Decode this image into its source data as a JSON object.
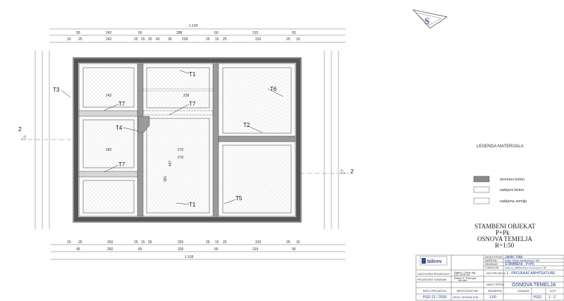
{
  "overall_dimension": "1.169",
  "top_dims_outer": [
    "95",
    "242",
    "60",
    "288",
    "60",
    "315",
    "95"
  ],
  "top_dims_inner": [
    "15",
    "25",
    "242",
    "25",
    "15",
    "25",
    "60",
    "30",
    "228",
    "25",
    "15",
    "25",
    "315",
    "25",
    "15"
  ],
  "bottom_dims_inner": [
    "15",
    "25",
    "250",
    "25",
    "15",
    "25",
    "325",
    "25",
    "15",
    "25",
    "315",
    "25",
    "15"
  ],
  "bottom_dims_outer": [
    "95",
    "250",
    "65",
    "325",
    "65",
    "315",
    "95"
  ],
  "interior_dims": {
    "top_row_242": "242",
    "top_row_228": "228",
    "mid_row_242": "242",
    "mid_row_276a": "276",
    "mid_row_276b": "276",
    "vert_447": "447",
    "vert_381": "381"
  },
  "footing_labels": [
    "T1",
    "T1",
    "T2",
    "T3",
    "T4",
    "T5",
    "T6",
    "T7",
    "T7",
    "T7"
  ],
  "section_marks": [
    "2",
    "2"
  ],
  "legend": {
    "title": "LEGENDA MATERIJALA",
    "items": [
      {
        "label": "armirani beton",
        "color": "#8a8a8a"
      },
      {
        "label": "nabijeni beton",
        "color": "#dcdcdc"
      },
      {
        "label": "nabijena zemlja",
        "color": "#ffffff"
      }
    ]
  },
  "drawing_title": {
    "line1": "STAMBENI OBJEKAT",
    "line2": "P+Pk",
    "line3": "OSNOVA TEMELJA",
    "line4": "R=1:50"
  },
  "title_block": {
    "logo_text": "bilirev",
    "investitor_label": "INVESTITOR:",
    "investitor_value": "Jakšić Vida",
    "adresa_label": "ADRESA:",
    "adresa_value": "Sofija, Srbija Vranisovića br. 6B",
    "objekat_label": "OBJEKAT:",
    "objekat_value": "STAMBENI - P+Pk",
    "lokacija_label": "LOKACIJA:",
    "lokacija_value": "Sofija, k.p.2888/10 Braće Vranisovića br. 6B",
    "odgovorni_label": "ODGOVORNI PROJEKTANT",
    "odgovorni_value": "Rajko I. Zorić dig.",
    "odgovorni_license": "311 1975 03",
    "projektant_label": "PROJEKTANT SARADNIK",
    "projektant_value": "Zlatko S. Prerupa",
    "projektant_sub": "mh.teh.",
    "deo_label": "DEO PROJEKTA",
    "deo_value": "1 - PROJEKAT ARHITEKTURE",
    "crtez_label": "NAZIV CRTEŽA",
    "crtez_value": "OSNOVA TEMELJA",
    "broj_label": "BROJ PROJEKTA:",
    "broj_value": "PGD 21 / 2018",
    "mesto_label": "MESTO/DATUM:",
    "mesto_value": "2018/4. GRUDNA 2018",
    "razmera_label": "RAZMERA:",
    "razmera_value": "1:50",
    "oznaka_label": "OZNAKA:",
    "oznaka_value": "PGD",
    "list_label": "LIST:",
    "list_value": "1 - 2"
  }
}
